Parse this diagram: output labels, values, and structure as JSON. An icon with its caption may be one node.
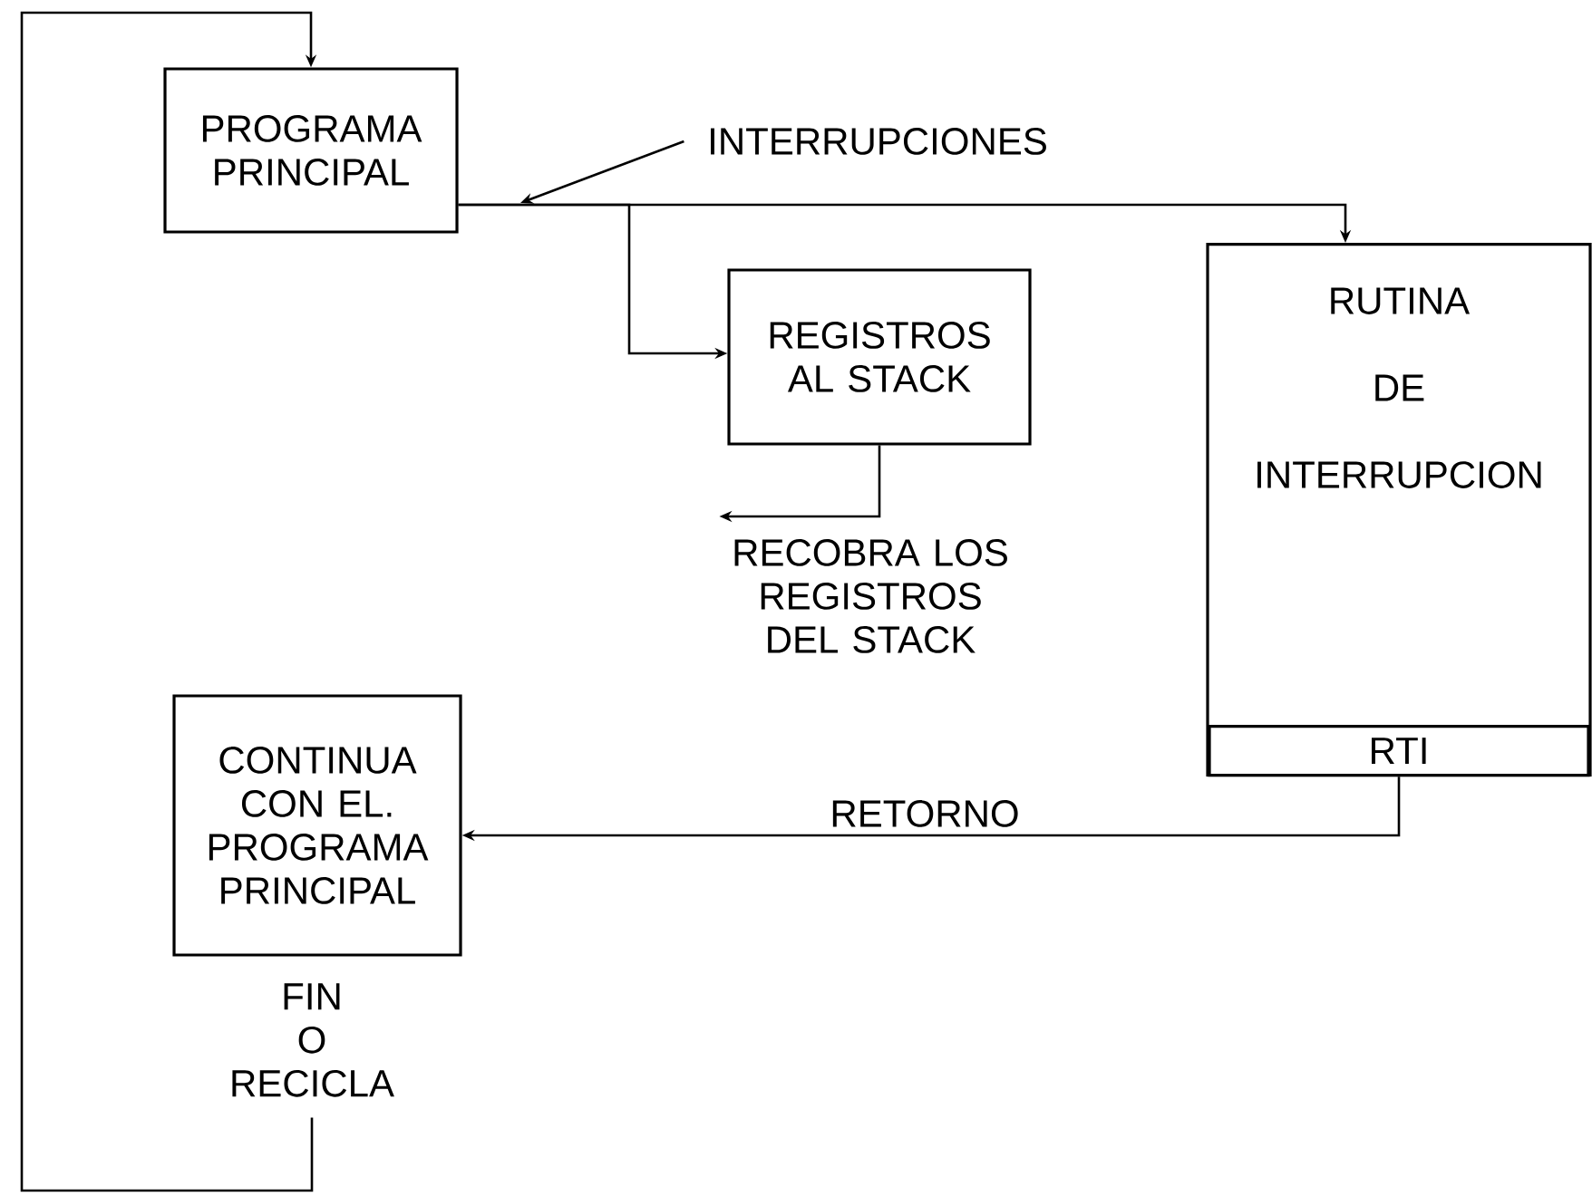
{
  "diagram": {
    "nodes": [
      {
        "text": [
          "PROGRAMA PRINCIPAL"
        ]
      },
      {
        "text": [
          "INTERRUPCIONES"
        ]
      },
      {
        "text": [
          "REGISTROS AL STACK"
        ]
      },
      {
        "text": [
          "RECOBRA LOS REGISTROS DEL STACK"
        ]
      },
      {
        "text": [
          "RUTINA DE INTERRUPCION"
        ]
      },
      {
        "text": [
          "RTI"
        ],
        "in": 4
      },
      {
        "text": [
          "CONTINUA CON EL. PROGRAMA PRINCIPAL"
        ]
      },
      {
        "text": [
          "FIN O RECICLA"
        ]
      }
    ],
    "edges": [
      {
        "from": 1,
        "to": null,
        "arrow": "to"
      },
      {
        "from": 0,
        "to": 2,
        "arrow": "to"
      },
      {
        "from": 0,
        "to": 4,
        "arrow": "to"
      },
      {
        "from": 2,
        "to": 3,
        "arrow": "to"
      },
      {
        "from": 5,
        "to": 6,
        "arrow": "to",
        "label": "RETORNO"
      },
      {
        "from": 7,
        "to": 0,
        "arrow": "to"
      }
    ]
  }
}
